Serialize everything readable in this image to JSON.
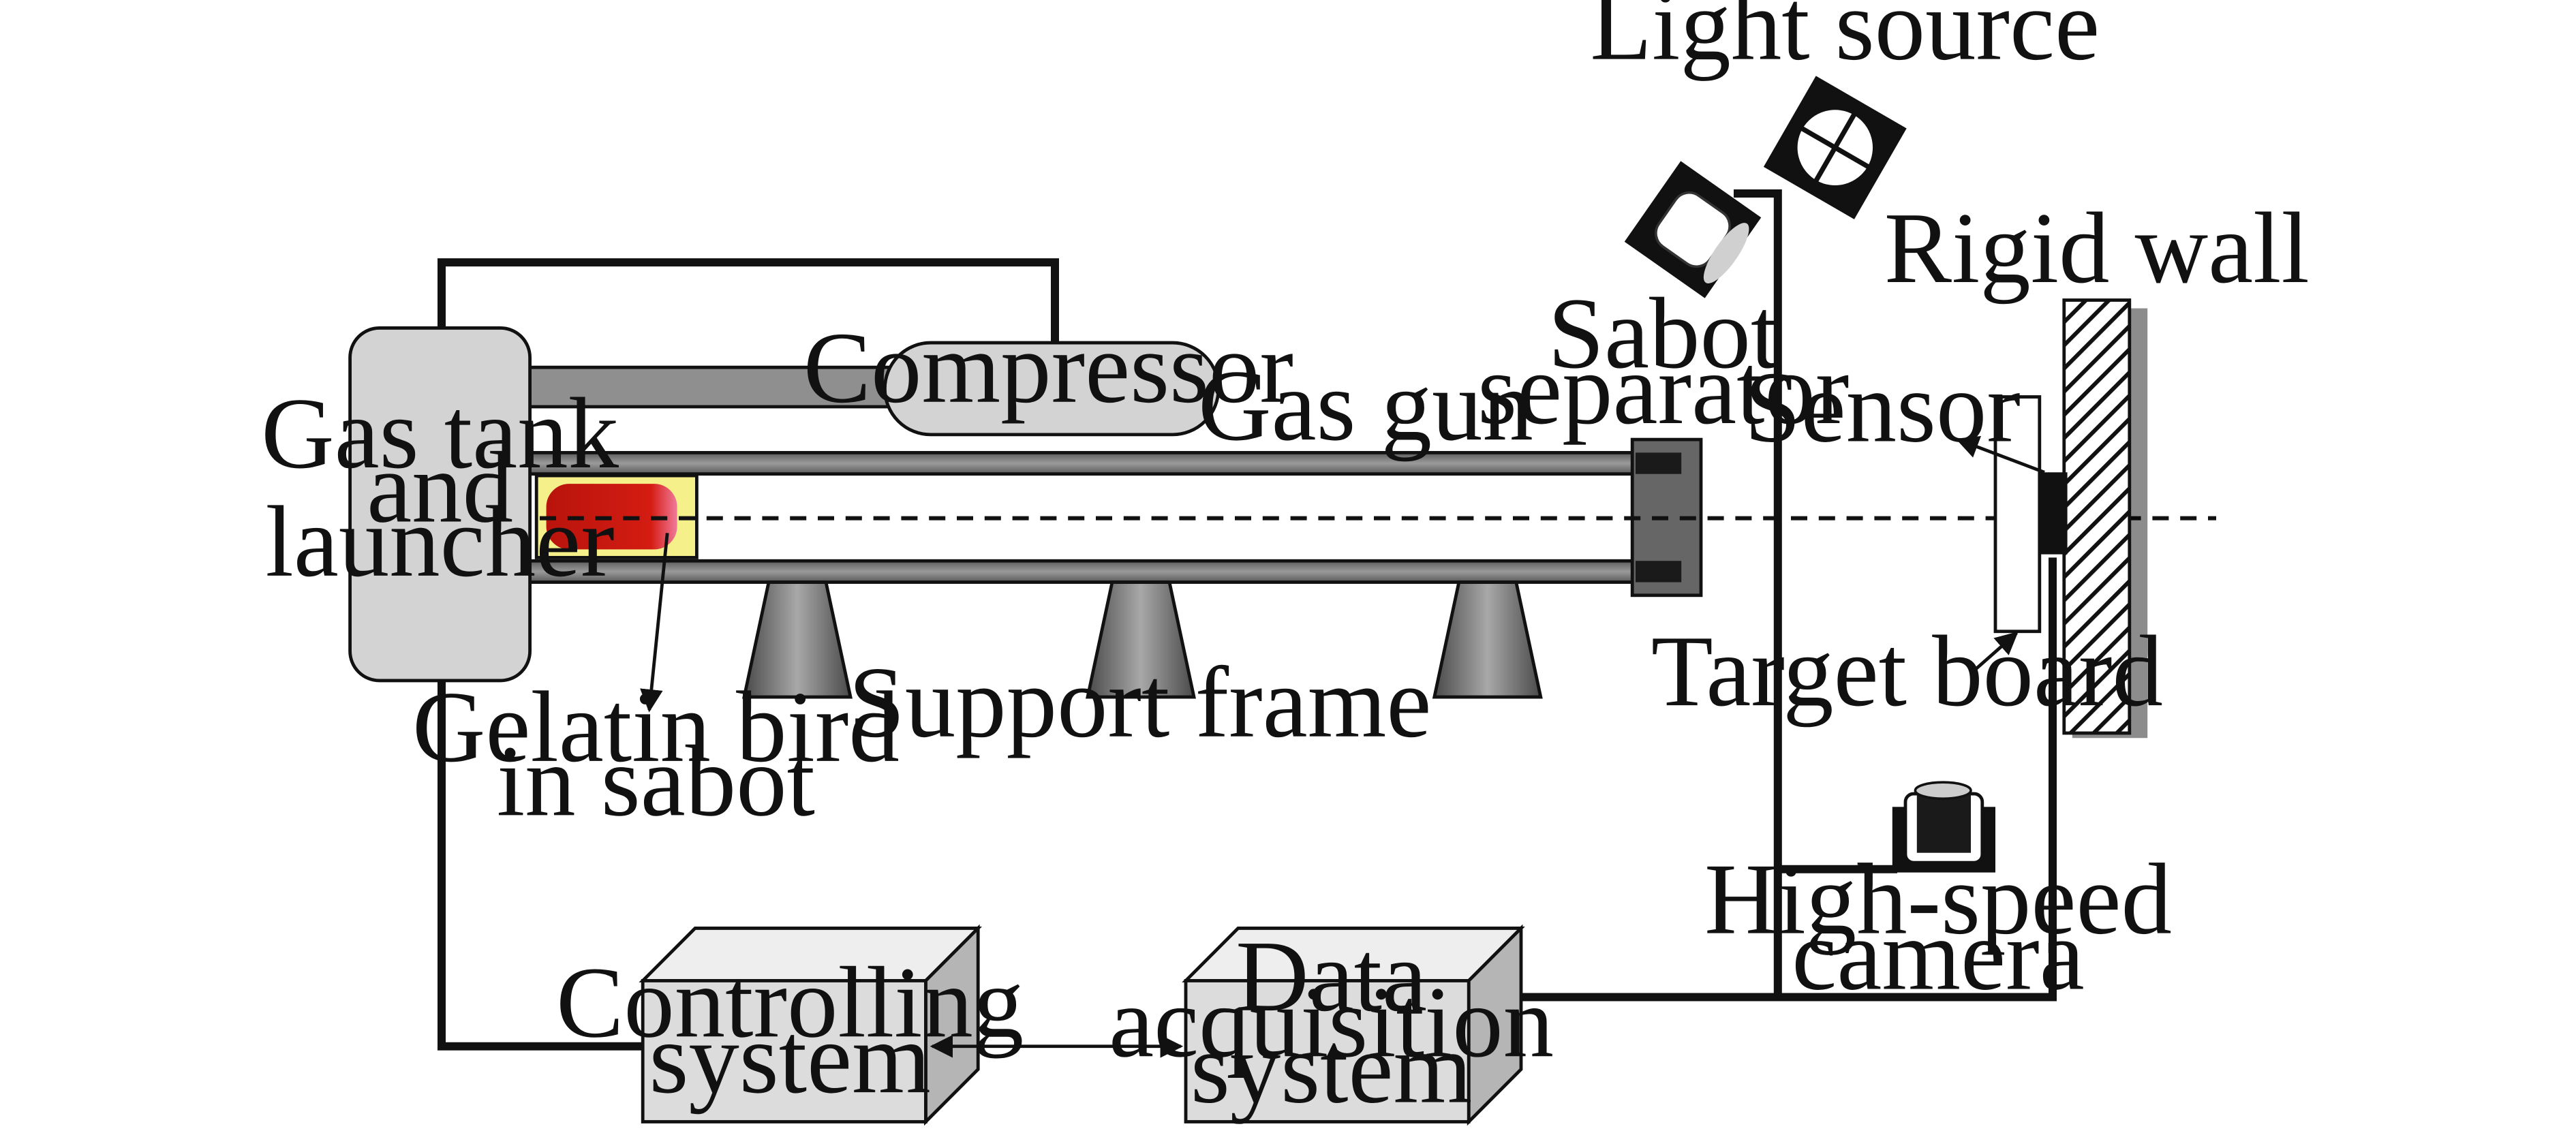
{
  "labels": {
    "light_source": "Light source",
    "rigid_wall": "Rigid wall",
    "sabot_separator_line1": "Sabot",
    "sabot_separator_line2": "separator",
    "compressor": "Compressor",
    "gas_gun": "Gas gun",
    "sensor": "Sensor",
    "gas_tank_line1": "Gas tank",
    "gas_tank_line2": "and",
    "gas_tank_line3": "launcher",
    "target_board": "Target board",
    "gelatin_bird_line1": "Gelatin bird",
    "gelatin_bird_line2": "in sabot",
    "support_frame": "Support frame",
    "high_speed_camera_line1": "High-speed",
    "high_speed_camera_line2": "camera",
    "controlling_system_line1": "Controlling",
    "controlling_system_line2": "system",
    "data_acquisition_line1": "Data",
    "data_acquisition_line2": "acquisition",
    "data_acquisition_line3": "system"
  },
  "colors": {
    "line": "#111111",
    "tank_fill": "#d3d3d3",
    "barrel_fill": "#8a8a8a",
    "box_fill": "#dcdcdc",
    "bird_red": "#cc1a10",
    "sabot_yellow": "#f5f08a"
  }
}
